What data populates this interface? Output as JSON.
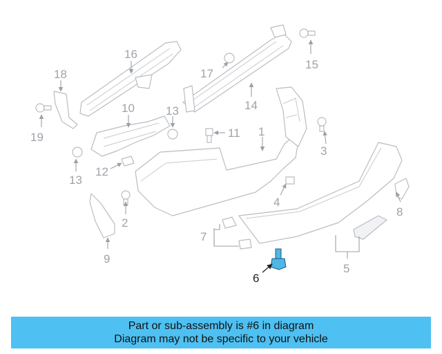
{
  "callouts": {
    "c1": "1",
    "c2": "2",
    "c3": "3",
    "c4": "4",
    "c5": "5",
    "c6": "6",
    "c7": "7",
    "c8": "8",
    "c9": "9",
    "c10": "10",
    "c11": "11",
    "c12": "12",
    "c13a": "13",
    "c13b": "13",
    "c14": "14",
    "c15": "15",
    "c16": "16",
    "c17": "17",
    "c18": "18",
    "c19": "19"
  },
  "highlighted_part": "6",
  "colors": {
    "banner": "#4ec0f2",
    "highlight": "#4fb6e6",
    "line_art": "#b8bcc2"
  },
  "banner": {
    "line1": "Part or sub-assembly is #6 in diagram",
    "line2": "Diagram may not be specific to your vehicle"
  }
}
